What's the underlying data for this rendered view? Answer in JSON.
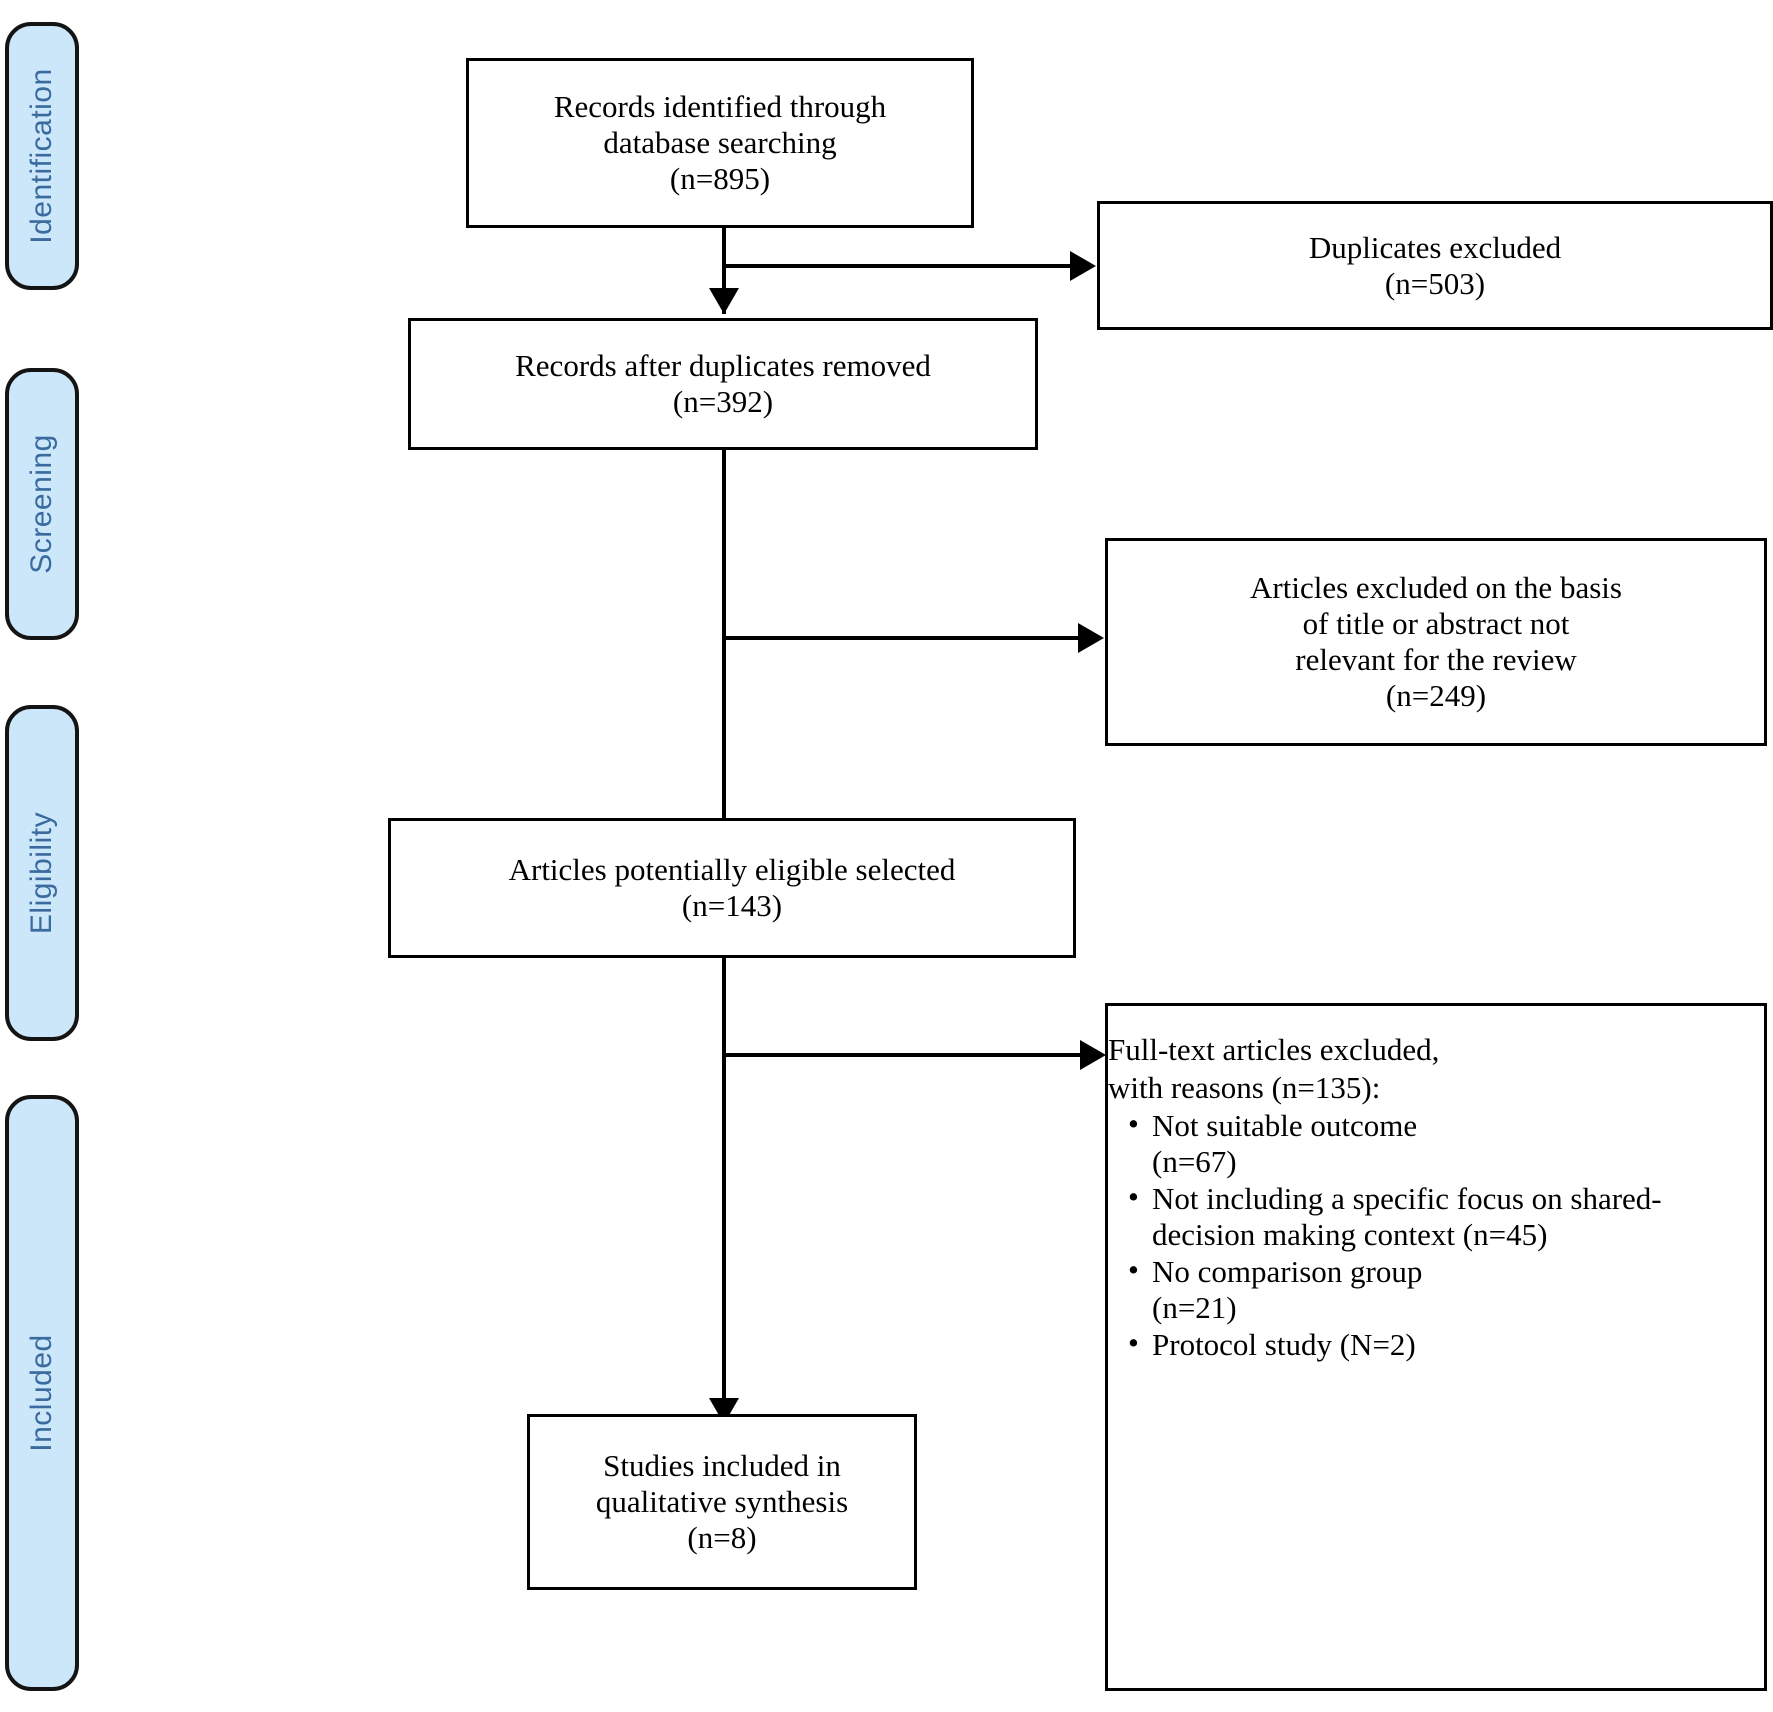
{
  "diagram": {
    "type": "PRISMA flow diagram",
    "stages": [
      {
        "id": "identification",
        "label": "Identification"
      },
      {
        "id": "screening",
        "label": "Screening"
      },
      {
        "id": "eligibility",
        "label": "Eligibility"
      },
      {
        "id": "included",
        "label": "Included"
      }
    ],
    "colors": {
      "stage_fill": "#cbe7f9",
      "stage_border": "#141414",
      "stage_text": "#3a6a9e",
      "box_border": "#000000",
      "box_fill": "#ffffff",
      "connector": "#000000"
    },
    "boxes": {
      "records_identified": {
        "line1": "Records identified through",
        "line2": "database searching",
        "count": "(n=895)",
        "n": 895
      },
      "duplicates_excluded": {
        "line1": "Duplicates excluded",
        "count": "(n=503)",
        "n": 503
      },
      "records_after_duplicates": {
        "line1": "Records after duplicates removed",
        "count": "(n=392)",
        "n": 392
      },
      "articles_excluded_title_abstract": {
        "line1": "Articles excluded on the basis",
        "line2": "of title or abstract not",
        "line3": "relevant for the review",
        "count": "(n=249)",
        "n": 249
      },
      "articles_eligible": {
        "line1": "Articles potentially eligible selected",
        "count": "(n=143)",
        "n": 143
      },
      "fulltext_excluded": {
        "head_line1": "Full-text articles excluded,",
        "head_line2": "with reasons (n=135):",
        "n": 135,
        "bullet_char": "•",
        "reasons": [
          {
            "text": "Not suitable outcome",
            "count": "(n=67)",
            "n": 67
          },
          {
            "text": "Not including a specific focus on shared-decision making context",
            "count": "(n=45)",
            "n": 45
          },
          {
            "text": "No comparison group",
            "count": "(n=21)",
            "n": 21
          },
          {
            "text": "Protocol study",
            "count": "(N=2)",
            "n": 2
          }
        ]
      },
      "studies_included": {
        "line1": "Studies included in",
        "line2": "qualitative synthesis",
        "count": "(n=8)",
        "n": 8
      }
    }
  }
}
